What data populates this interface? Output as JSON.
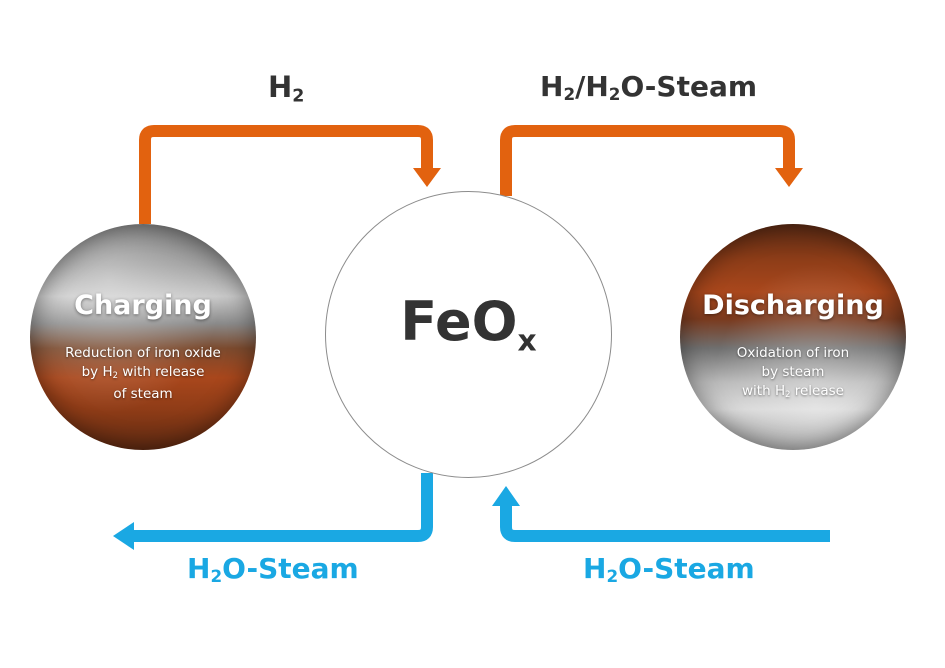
{
  "colors": {
    "orange": "#e2620f",
    "blue": "#1aa8e3",
    "dark_text": "#333333"
  },
  "top_left_label": {
    "main": "H",
    "sub": "2"
  },
  "top_right_label": {
    "a": "H",
    "a_sub": "2",
    "slash": "/",
    "b": "H",
    "b_sub": "2",
    "rest": "O-Steam"
  },
  "bottom_left_label": {
    "a": "H",
    "a_sub": "2",
    "rest": "O-Steam"
  },
  "bottom_right_label": {
    "a": "H",
    "a_sub": "2",
    "rest": "O-Steam"
  },
  "center": {
    "main": "FeO",
    "sub": "x"
  },
  "charging": {
    "title": "Charging",
    "line1": "Reduction of iron oxide",
    "line2_a": "by H",
    "line2_sub": "2",
    "line2_b": " with release",
    "line3": "of steam"
  },
  "discharging": {
    "title": "Discharging",
    "line1": "Oxidation of iron",
    "line2": "by steam",
    "line3_a": "with H",
    "line3_sub": "2",
    "line3_b": " release"
  }
}
